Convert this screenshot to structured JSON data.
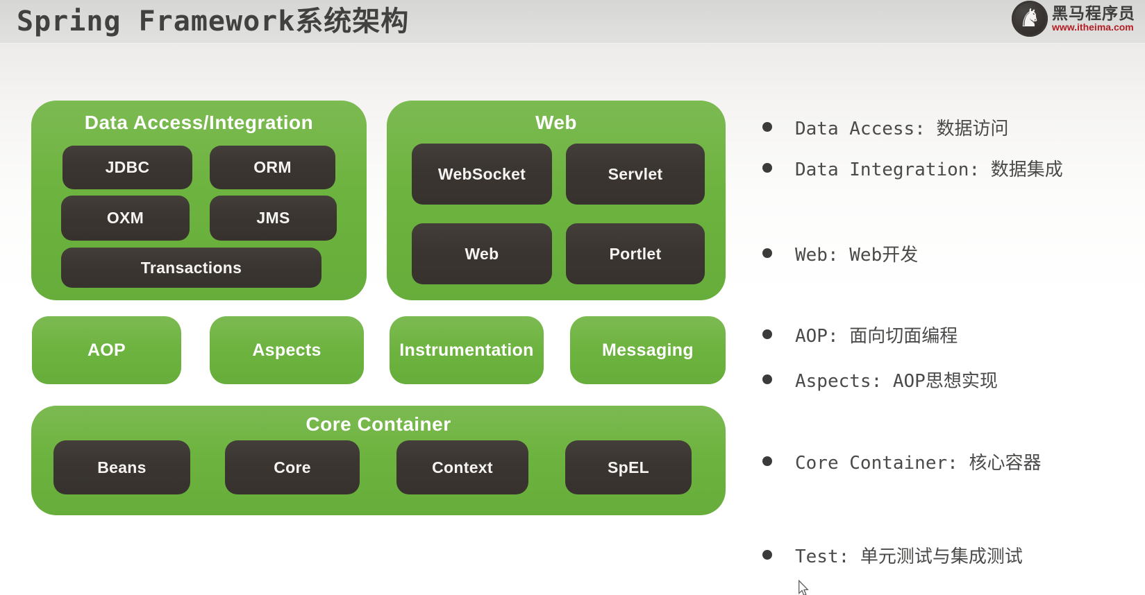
{
  "header": {
    "title": "Spring Framework系统架构"
  },
  "logo": {
    "brand": "黑马程序员",
    "url": "www.itheima.com",
    "brand_color": "#3d3d3b",
    "url_color": "#b41d23"
  },
  "diagram": {
    "colors": {
      "green": "#6db33f",
      "dark_box": "#3a3531",
      "label_text": "#ffffff"
    },
    "data_access": {
      "title": "Data Access/Integration",
      "items": [
        "JDBC",
        "ORM",
        "OXM",
        "JMS",
        "Transactions"
      ]
    },
    "web": {
      "title": "Web",
      "items": [
        "WebSocket",
        "Servlet",
        "Web",
        "Portlet"
      ]
    },
    "middle_row": [
      "AOP",
      "Aspects",
      "Instrumentation",
      "Messaging"
    ],
    "core_container": {
      "title": "Core Container",
      "items": [
        "Beans",
        "Core",
        "Context",
        "SpEL"
      ]
    },
    "test": {
      "title": "Test"
    }
  },
  "notes": [
    "Data Access: 数据访问",
    "Data Integration: 数据集成",
    "Web: Web开发",
    "AOP: 面向切面编程",
    "Aspects: AOP思想实现",
    "Core Container: 核心容器",
    "Test: 单元测试与集成测试"
  ]
}
